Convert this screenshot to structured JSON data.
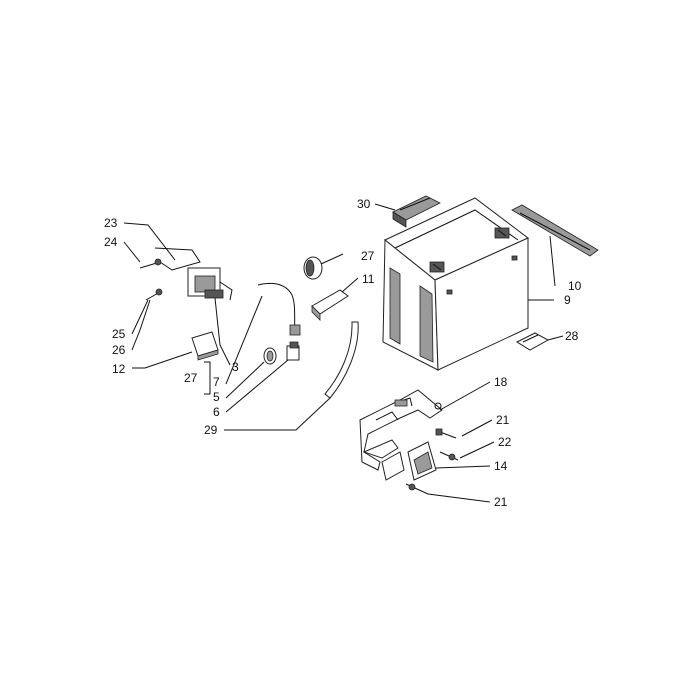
{
  "labels": {
    "l30": "30",
    "l23": "23",
    "l24": "24",
    "l27a": "27",
    "l11": "11",
    "l10": "10",
    "l9": "9",
    "l25": "25",
    "l26": "26",
    "l28": "28",
    "l12": "12",
    "l3": "3",
    "l27b": "27",
    "l7": "7",
    "l5": "5",
    "l6": "6",
    "l18": "18",
    "l29": "29",
    "l21a": "21",
    "l22": "22",
    "l14": "14",
    "l21b": "21"
  }
}
